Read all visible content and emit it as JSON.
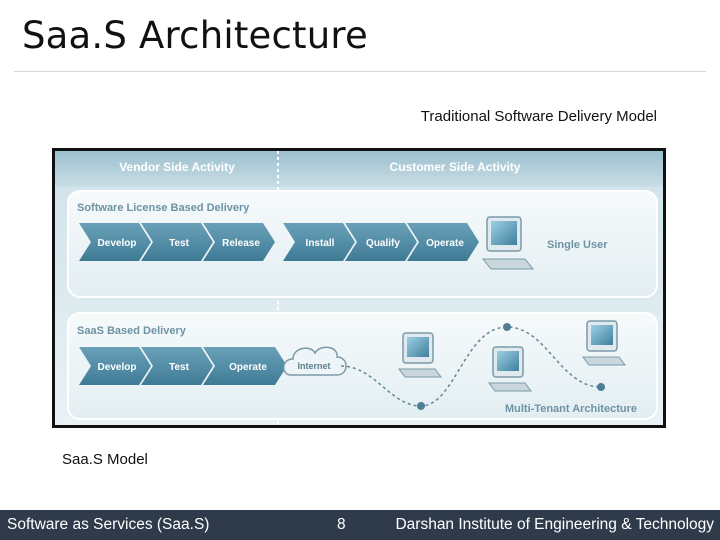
{
  "slide": {
    "title": "Saa.S Architecture",
    "caption_top": "Traditional Software Delivery Model",
    "caption_bottom": "Saa.S Model"
  },
  "diagram": {
    "vendor_header": "Vendor Side Activity",
    "customer_header": "Customer Side Activity",
    "traditional": {
      "title": "Software License Based Delivery",
      "steps": [
        "Develop",
        "Test",
        "Release",
        "Install",
        "Qualify",
        "Operate"
      ],
      "end_label": "Single User"
    },
    "saas": {
      "title": "SaaS Based Delivery",
      "steps": [
        "Develop",
        "Test",
        "Operate"
      ],
      "cloud_label": "Internet",
      "end_label": "Multi-Tenant Architecture"
    }
  },
  "footer": {
    "left": "Software as Services (Saa.S)",
    "page": "8",
    "right": "Darshan Institute of Engineering & Technology"
  },
  "colors": {
    "arrow": "#4f8aa3",
    "panel_bg": "#dfecf0",
    "header_text": "#ffffff",
    "footer_bg": "#2f3a4b"
  }
}
